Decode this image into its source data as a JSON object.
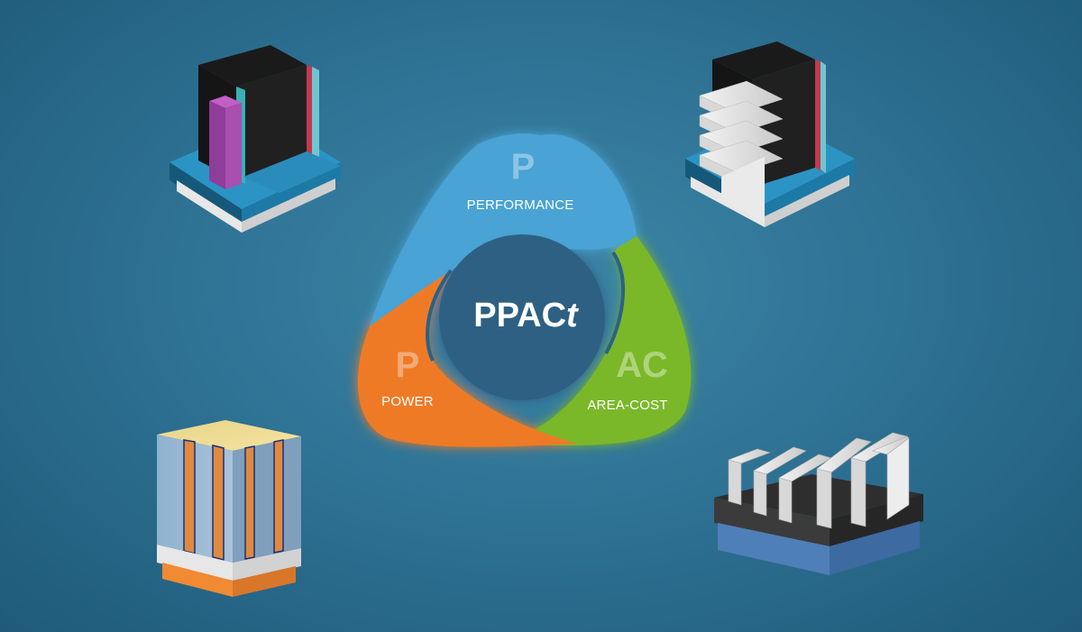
{
  "diagram": {
    "center": {
      "text": "PPAC",
      "italic_suffix": "t"
    },
    "segments": [
      {
        "letter": "P",
        "label": "PERFORMANCE",
        "color": "#4aa3d4"
      },
      {
        "letter": "P",
        "label": "POWER",
        "color": "#ef7a25"
      },
      {
        "letter": "AC",
        "label": "AREA-COST",
        "color": "#7ab82a"
      }
    ],
    "center_color": "#2d6183"
  },
  "devices": [
    {
      "icon": "finfet-transistor-icon"
    },
    {
      "icon": "gate-all-around-nanosheet-icon"
    },
    {
      "icon": "vertical-memory-stack-icon"
    },
    {
      "icon": "patterned-fin-array-icon"
    }
  ]
}
